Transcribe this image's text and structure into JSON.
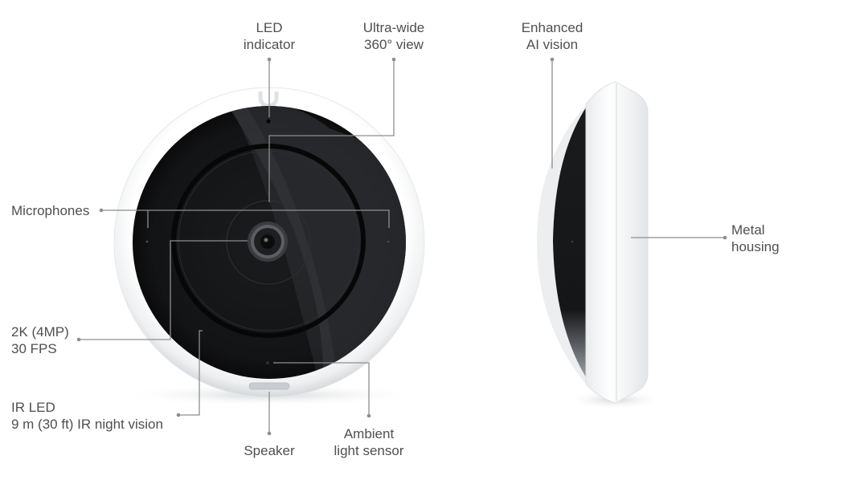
{
  "diagram": {
    "subject": "Ultra-wide 360° camera, front and side views",
    "colors": {
      "background": "#ffffff",
      "body_white": "#f4f5f6",
      "body_rim_shadow": "#d9dcdf",
      "lens_black": "#111214",
      "glass_highlight": "#3a3c40",
      "callout_line": "#8c8c8c",
      "label_text": "#4f4f4f"
    },
    "front_view": {
      "callouts": [
        {
          "id": "led",
          "line1": "LED",
          "line2": "indicator"
        },
        {
          "id": "view",
          "line1": "Ultra-wide",
          "line2": "360° view"
        },
        {
          "id": "mics",
          "line1": "Microphones",
          "line2": ""
        },
        {
          "id": "res",
          "line1": "2K (4MP)",
          "line2": "30 FPS"
        },
        {
          "id": "ir",
          "line1": "IR LED",
          "line2": "9 m (30 ft) IR night vision"
        },
        {
          "id": "speaker",
          "line1": "Speaker",
          "line2": ""
        },
        {
          "id": "als",
          "line1": "Ambient",
          "line2": "light sensor"
        }
      ]
    },
    "side_view": {
      "callouts": [
        {
          "id": "ai",
          "line1": "Enhanced",
          "line2": "AI vision"
        },
        {
          "id": "metal",
          "line1": "Metal",
          "line2": "housing"
        }
      ]
    }
  }
}
